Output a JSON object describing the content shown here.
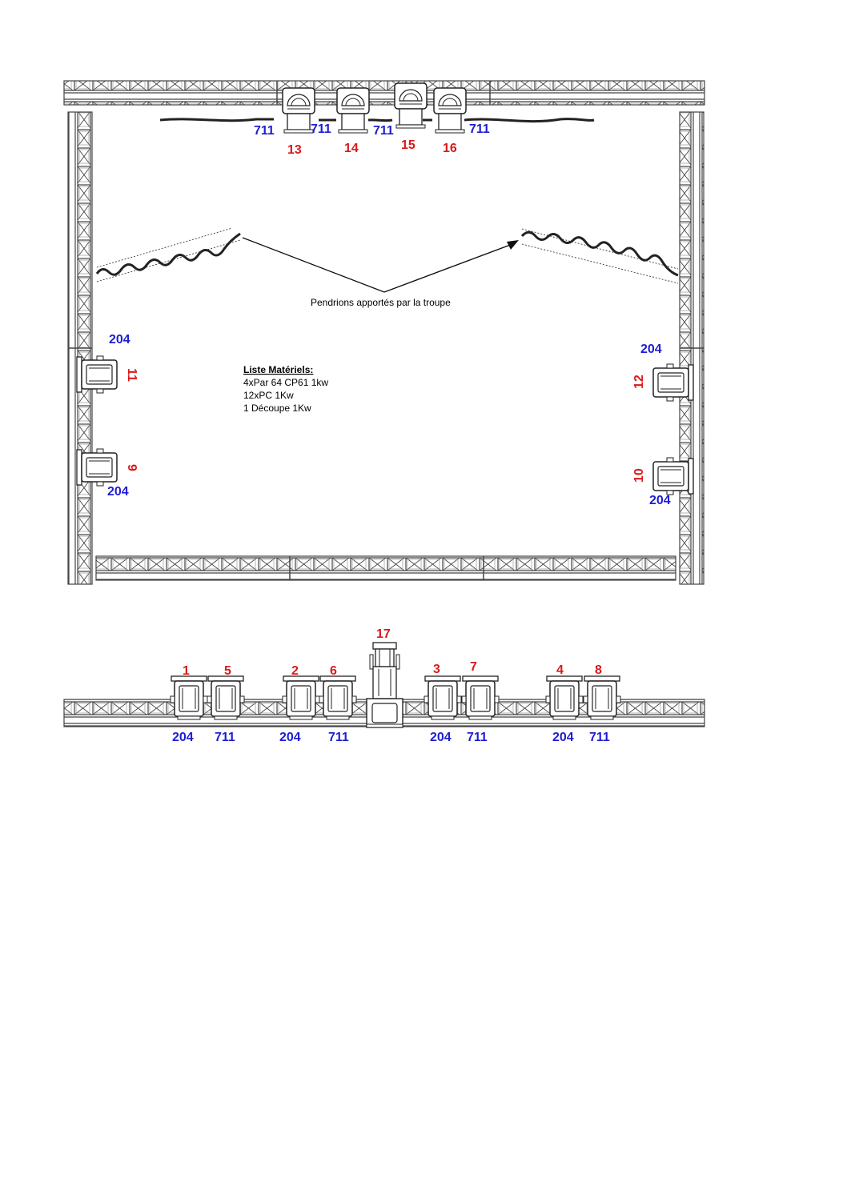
{
  "annotation": "Pendrions apportés par la troupe",
  "materials": {
    "title": "Liste Matériels:",
    "lines": [
      "4xPar 64 CP61 1kw",
      "12xPC 1Kw",
      "1 Découpe 1Kw"
    ]
  },
  "plan_fixtures": [
    {
      "id": "13",
      "gel": "711",
      "rig": "upstage"
    },
    {
      "id": "14",
      "gel": "711",
      "rig": "upstage"
    },
    {
      "id": "15",
      "gel": "711",
      "rig": "upstage"
    },
    {
      "id": "16",
      "gel": "711",
      "rig": "upstage"
    },
    {
      "id": "11",
      "gel": "204",
      "rig": "stage-left"
    },
    {
      "id": "9",
      "gel": "204",
      "rig": "stage-left"
    },
    {
      "id": "12",
      "gel": "204",
      "rig": "stage-right"
    },
    {
      "id": "10",
      "gel": "204",
      "rig": "stage-right"
    }
  ],
  "front_fixtures": [
    {
      "id": "1",
      "gel": "204"
    },
    {
      "id": "5",
      "gel": "711"
    },
    {
      "id": "2",
      "gel": "204"
    },
    {
      "id": "6",
      "gel": "711"
    },
    {
      "id": "17",
      "gel": ""
    },
    {
      "id": "3",
      "gel": "204"
    },
    {
      "id": "7",
      "gel": "711"
    },
    {
      "id": "4",
      "gel": "204"
    },
    {
      "id": "8",
      "gel": "711"
    }
  ],
  "colors": {
    "fixture_number": "#d91a1a",
    "gel_number": "#1e1ed2",
    "truss": "#4a4a4a",
    "background": "#ffffff"
  }
}
